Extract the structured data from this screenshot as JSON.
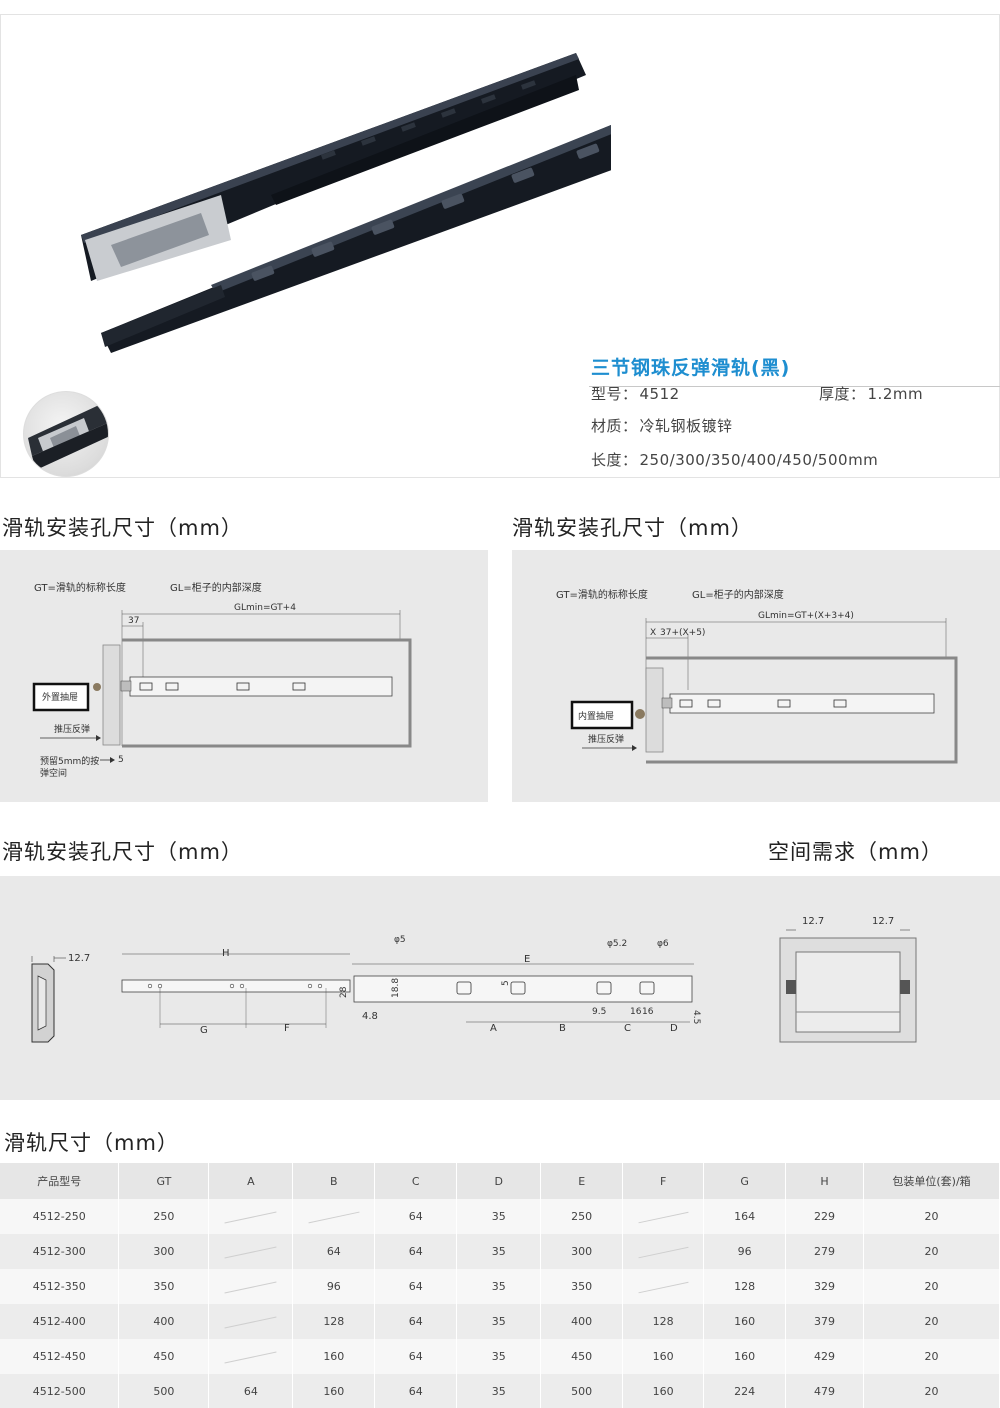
{
  "product": {
    "title": "三节钢珠反弹滑轨(黑)",
    "model_label": "型号：",
    "model_value": "4512",
    "thickness_label": "厚度：",
    "thickness_value": "1.2mm",
    "material_label": "材质：",
    "material_value": "冷轧钢板镀锌",
    "length_label": "长度：",
    "length_value": "250/300/350/400/450/500mm"
  },
  "sections": {
    "install_1": "滑轨安装孔尺寸（mm）",
    "install_2": "滑轨安装孔尺寸（mm）",
    "install_3": "滑轨安装孔尺寸（mm）",
    "space": "空间需求（mm）",
    "size": "滑轨尺寸（mm）"
  },
  "diagram_left": {
    "gt_def": "GT=滑轨的标称长度",
    "gl_def": "GL=柜子的内部深度",
    "glmin": "GLmin=GT+4",
    "dim_37": "37",
    "outer_drawer": "外置抽屉",
    "push_rebound": "推压反弹",
    "reserve_line1": "预留5mm的按",
    "reserve_line2": "弹空间",
    "dim_5": "5"
  },
  "diagram_right": {
    "gt_def": "GT=滑轨的标称长度",
    "gl_def": "GL=柜子的内部深度",
    "glmin": "GLmin=GT+(X+3+4)",
    "dim_x": "X",
    "dim_37x": "37+(X+5)",
    "inner_drawer": "内置抽屉",
    "push_rebound": "推压反弹"
  },
  "diagram_wide": {
    "profile_dim": "12.7",
    "H": "H",
    "E": "E",
    "phi5": "φ5",
    "phi52": "φ5.2",
    "phi6": "φ6",
    "d188": "18.8",
    "d28": "28",
    "d48": "4.8",
    "d5": "5",
    "d95": "9.5",
    "d16a": "16",
    "d16b": "16",
    "d45": "4.5",
    "A": "A",
    "B": "B",
    "C": "C",
    "D": "D",
    "F": "F",
    "G": "G"
  },
  "diagram_space": {
    "left_dim": "12.7",
    "right_dim": "12.7"
  },
  "table": {
    "headers": [
      "产品型号",
      "GT",
      "A",
      "B",
      "C",
      "D",
      "E",
      "F",
      "G",
      "H",
      "包装单位(套)/箱"
    ],
    "rows": [
      [
        "4512-250",
        "250",
        "",
        "",
        "64",
        "35",
        "250",
        "",
        "164",
        "229",
        "20"
      ],
      [
        "4512-300",
        "300",
        "",
        "64",
        "64",
        "35",
        "300",
        "",
        "96",
        "279",
        "20"
      ],
      [
        "4512-350",
        "350",
        "",
        "96",
        "64",
        "35",
        "350",
        "",
        "128",
        "329",
        "20"
      ],
      [
        "4512-400",
        "400",
        "",
        "128",
        "64",
        "35",
        "400",
        "128",
        "160",
        "379",
        "20"
      ],
      [
        "4512-450",
        "450",
        "",
        "160",
        "64",
        "35",
        "450",
        "160",
        "160",
        "429",
        "20"
      ],
      [
        "4512-500",
        "500",
        "64",
        "160",
        "64",
        "35",
        "500",
        "160",
        "224",
        "479",
        "20"
      ]
    ]
  }
}
